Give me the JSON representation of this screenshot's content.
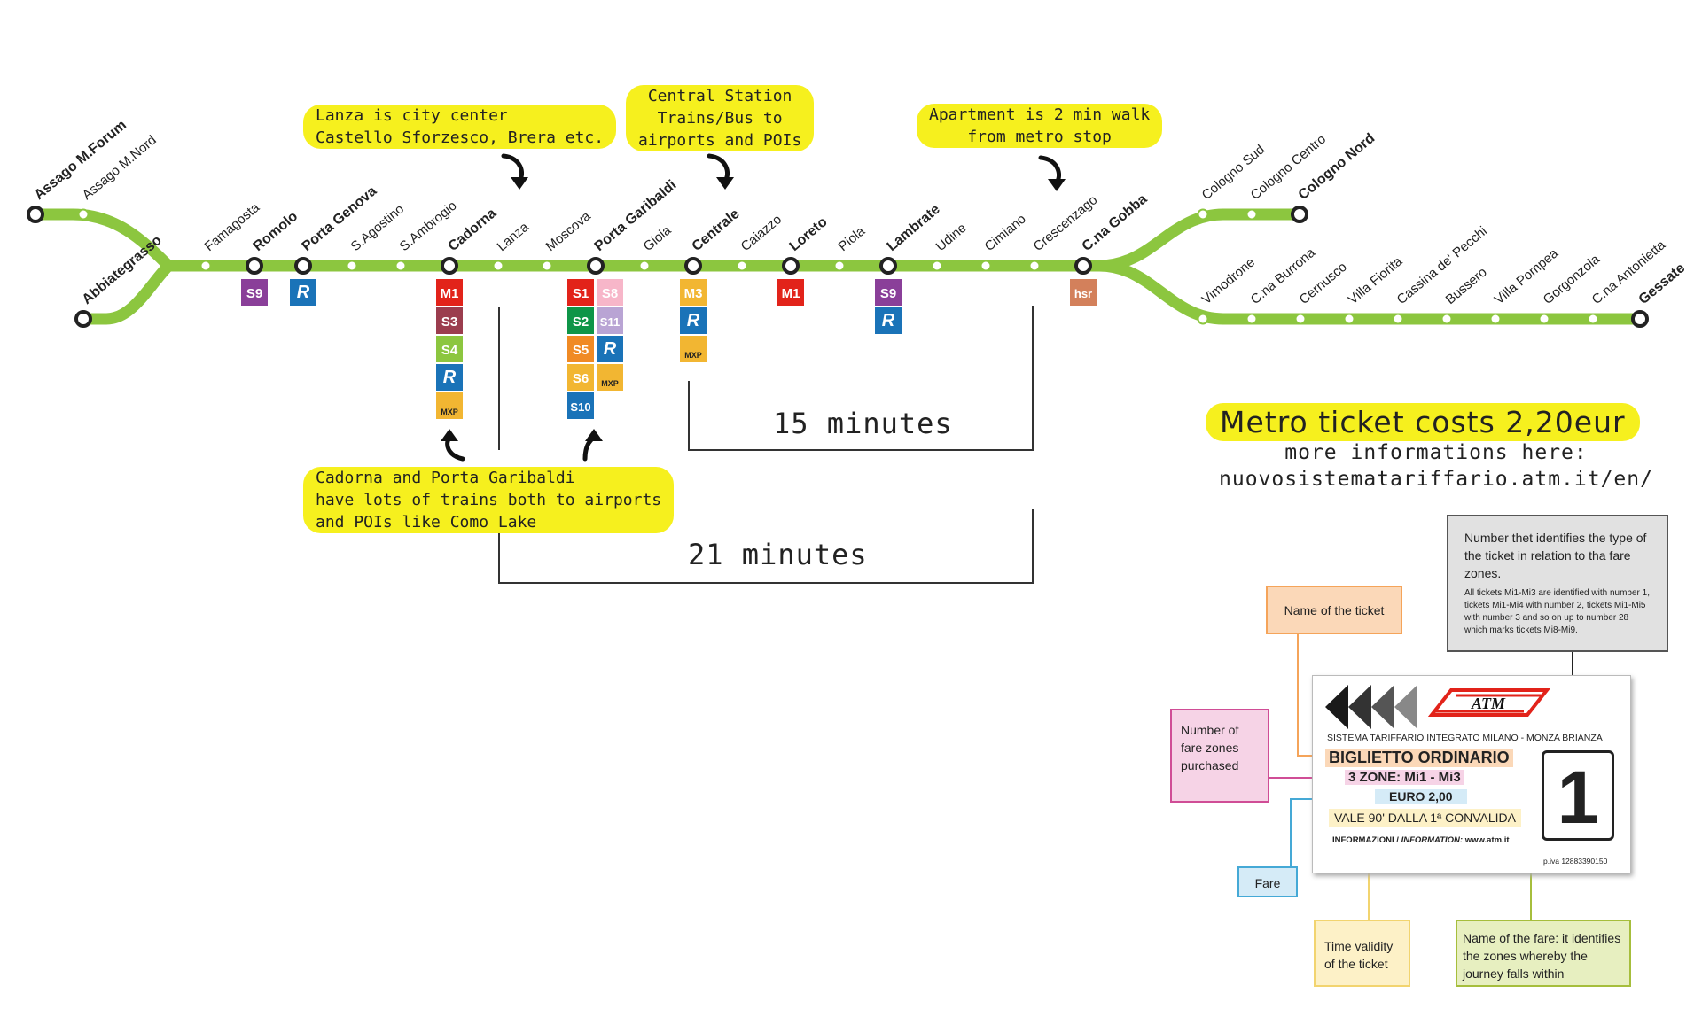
{
  "map": {
    "line_color": "#8cc63f",
    "stations": [
      {
        "name": "Assago M.Forum",
        "bold": true
      },
      {
        "name": "Assago M.Nord",
        "bold": false
      },
      {
        "name": "Abbiategrasso",
        "bold": true
      },
      {
        "name": "Famagosta",
        "bold": false
      },
      {
        "name": "Romolo",
        "bold": true
      },
      {
        "name": "Porta Genova",
        "bold": true
      },
      {
        "name": "S.Agostino",
        "bold": false
      },
      {
        "name": "S.Ambrogio",
        "bold": false
      },
      {
        "name": "Cadorna",
        "bold": true
      },
      {
        "name": "Lanza",
        "bold": false
      },
      {
        "name": "Moscova",
        "bold": false
      },
      {
        "name": "Porta Garibaldi",
        "bold": true
      },
      {
        "name": "Gioia",
        "bold": false
      },
      {
        "name": "Centrale",
        "bold": true
      },
      {
        "name": "Caiazzo",
        "bold": false
      },
      {
        "name": "Loreto",
        "bold": true
      },
      {
        "name": "Piola",
        "bold": false
      },
      {
        "name": "Lambrate",
        "bold": true
      },
      {
        "name": "Udine",
        "bold": false
      },
      {
        "name": "Cimiano",
        "bold": false
      },
      {
        "name": "Crescenzago",
        "bold": false
      },
      {
        "name": "C.na Gobba",
        "bold": true
      },
      {
        "name": "Cologno Sud",
        "bold": false
      },
      {
        "name": "Cologno Centro",
        "bold": false
      },
      {
        "name": "Cologno Nord",
        "bold": true
      },
      {
        "name": "Vimodrone",
        "bold": false
      },
      {
        "name": "C.na Burrona",
        "bold": false
      },
      {
        "name": "Cernusco",
        "bold": false
      },
      {
        "name": "Villa Fiorita",
        "bold": false
      },
      {
        "name": "Cassina de' Pecchi",
        "bold": false
      },
      {
        "name": "Bussero",
        "bold": false
      },
      {
        "name": "Villa Pompea",
        "bold": false
      },
      {
        "name": "Gorgonzola",
        "bold": false
      },
      {
        "name": "C.na Antonietta",
        "bold": false
      },
      {
        "name": "Gessate",
        "bold": true
      }
    ],
    "badge_colors": {
      "S9": "#8a3f99",
      "R": "#1a73b8",
      "M1": "#e2231a",
      "S3": "#9b3d4e",
      "S4": "#8cc63f",
      "MXP": "#f2b632",
      "S1": "#e2231a",
      "S2": "#0e9548",
      "S5": "#f08a24",
      "S6": "#f2b632",
      "S10": "#1a73b8",
      "S8": "#f7b6c9",
      "S11": "#b9a4d4",
      "M3": "#f2b632",
      "hsr": "#d3805b"
    },
    "badges": [
      {
        "label": "S9"
      },
      {
        "label": "R"
      },
      {
        "label": "M1"
      },
      {
        "label": "S3"
      },
      {
        "label": "S4"
      },
      {
        "label": "R"
      },
      {
        "label": "MXP"
      },
      {
        "label": "S1"
      },
      {
        "label": "S2"
      },
      {
        "label": "S5"
      },
      {
        "label": "S6"
      },
      {
        "label": "S10"
      },
      {
        "label": "S8"
      },
      {
        "label": "S11"
      },
      {
        "label": "R"
      },
      {
        "label": "MXP"
      },
      {
        "label": "M3"
      },
      {
        "label": "R"
      },
      {
        "label": "MXP"
      },
      {
        "label": "M1"
      },
      {
        "label": "S9"
      },
      {
        "label": "R"
      },
      {
        "label": "hsr"
      }
    ]
  },
  "callouts": {
    "lanza": [
      "Lanza is city center",
      "Castello Sforzesco, Brera etc."
    ],
    "central": [
      "Central Station",
      "Trains/Bus to",
      "airports and POIs"
    ],
    "apartment": [
      "Apartment is 2 min walk",
      "from metro stop"
    ],
    "cadorna": [
      "Cadorna and Porta Garibaldi",
      "have lots of trains both to airports",
      "and POIs like Como Lake"
    ]
  },
  "durations": {
    "short": "15 minutes",
    "long": "21 minutes"
  },
  "pricing": {
    "headline": "Metro ticket costs 2,20eur",
    "more_info": "more informations here:",
    "url": "nuovosistematariffario.atm.it/en/"
  },
  "ticket": {
    "brand": "ATM",
    "system": "SISTEMA TARIFFARIO INTEGRATO MILANO - MONZA BRIANZA",
    "name": "BIGLIETTO ORDINARIO",
    "zones": "3 ZONE: Mi1 - Mi3",
    "fare": "EURO 2,00",
    "validity": "VALE 90' DALLA 1ª CONVALIDA",
    "info_label": "INFORMAZIONI / ",
    "info_en": "INFORMATION:",
    "info_url": " www.atm.it",
    "number": "1",
    "vat": "p.iva  12883390150"
  },
  "annotations": {
    "name": {
      "text": "Name of the ticket",
      "bg": "#fbd8b8",
      "border": "#f5a45a"
    },
    "zones": {
      "text": "Number of fare zones purchased",
      "bg": "#f6d3e6",
      "border": "#d04d96"
    },
    "fare": {
      "text": "Fare",
      "bg": "#d5ebf7",
      "border": "#45a9d6"
    },
    "validity": {
      "text": "Time validity of the ticket",
      "bg": "#fdf1c7",
      "border": "#f2d46f"
    },
    "fare_name": {
      "text": "Name of the fare: it identifies the zones whereby the journey falls within",
      "bg": "#e7efc0",
      "border": "#a6be3c"
    },
    "number": {
      "title": "Number thet identifies the type of the ticket in relation to tha fare zones.",
      "detail": "All tickets Mi1-Mi3 are identified with number 1, tickets Mi1-Mi4 with number 2, tickets Mi1-Mi5 with number 3 and so on up to number 28 which marks tickets Mi8-Mi9.",
      "bg": "#e1e1e1",
      "border": "#555555"
    }
  }
}
